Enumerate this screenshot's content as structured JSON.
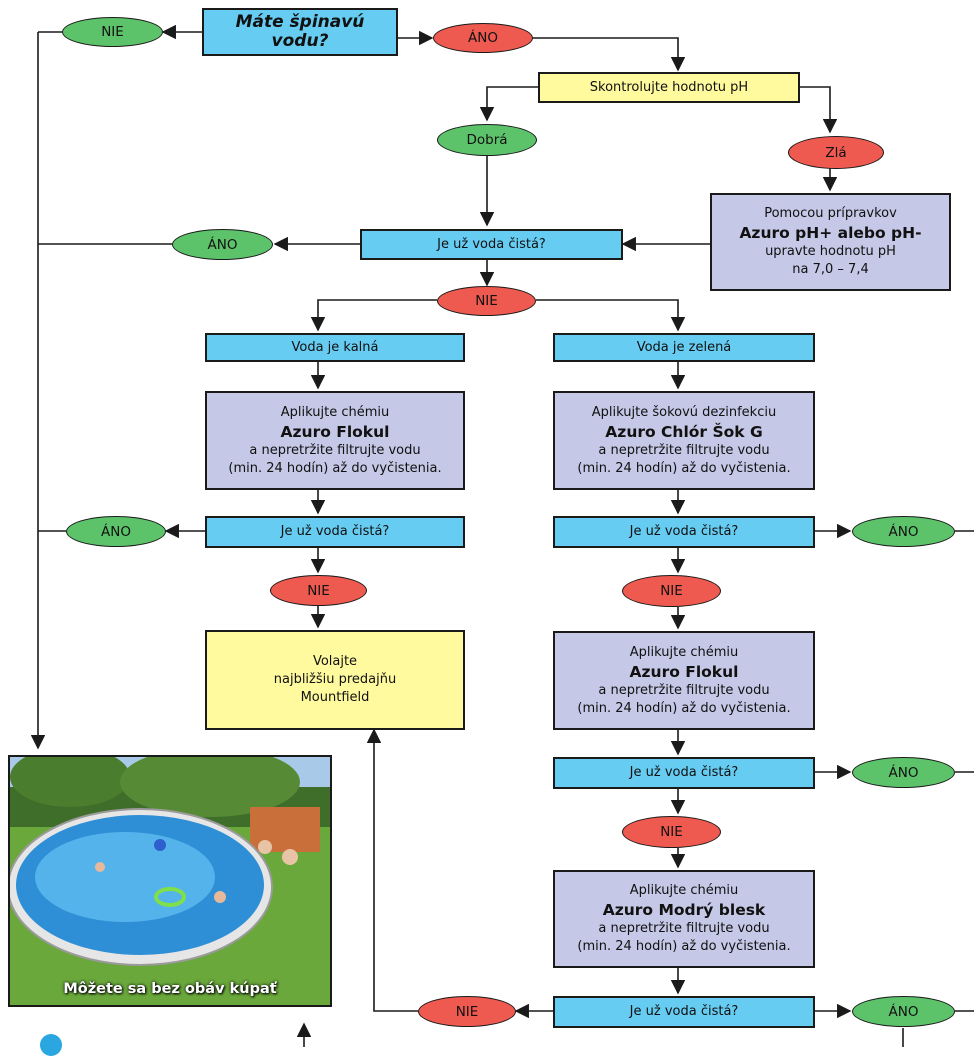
{
  "start": {
    "line1": "Máte špinavú",
    "line2": "vodu?"
  },
  "ph_check": "Skontrolujte hodnotu pH",
  "ph_good": "Dobrá",
  "ph_bad": "Zlá",
  "ph_adjust": {
    "line1": "Pomocou prípravkov",
    "product": "Azuro pH+ alebo pH-",
    "line3": "upravte hodnotu pH",
    "line4": "na 7,0 – 7,4"
  },
  "question": "Je už voda čistá?",
  "yes": "ÁNO",
  "no": "NIE",
  "cloudy": "Voda je kalná",
  "green_water": "Voda je zelená",
  "apply_flokul_left": {
    "line1": "Aplikujte chémiu",
    "product": "Azuro Flokul",
    "line3": "a nepretržite filtrujte vodu",
    "line4": "(min. 24 hodín) až do vyčistenia."
  },
  "apply_shock": {
    "line1": "Aplikujte šokovú dezinfekciu",
    "product": "Azuro Chlór Šok G",
    "line3": "a nepretržite filtrujte vodu",
    "line4": "(min. 24 hodín) až do vyčistenia."
  },
  "apply_flokul_right": {
    "line1": "Aplikujte chémiu",
    "product": "Azuro Flokul",
    "line3": "a nepretržite filtrujte vodu",
    "line4": "(min. 24 hodín) až do vyčistenia."
  },
  "apply_blesk": {
    "line1": "Aplikujte chémiu",
    "product": "Azuro Modrý blesk",
    "line3": "a nepretržite filtrujte vodu",
    "line4": "(min. 24 hodín) až do vyčistenia."
  },
  "call_dealer": {
    "line1": "Volajte",
    "line2": "najbližšiu predajňu",
    "line3": "Mountfield"
  },
  "photo_caption": "Môžete sa bez obáv kúpať",
  "colors": {
    "process_blue": "#66ccf2",
    "highlight_yellow": "#fffa9e",
    "action_lavender": "#c5c8e6",
    "no_red": "#ee5a4f",
    "yes_green": "#5cc36b"
  }
}
